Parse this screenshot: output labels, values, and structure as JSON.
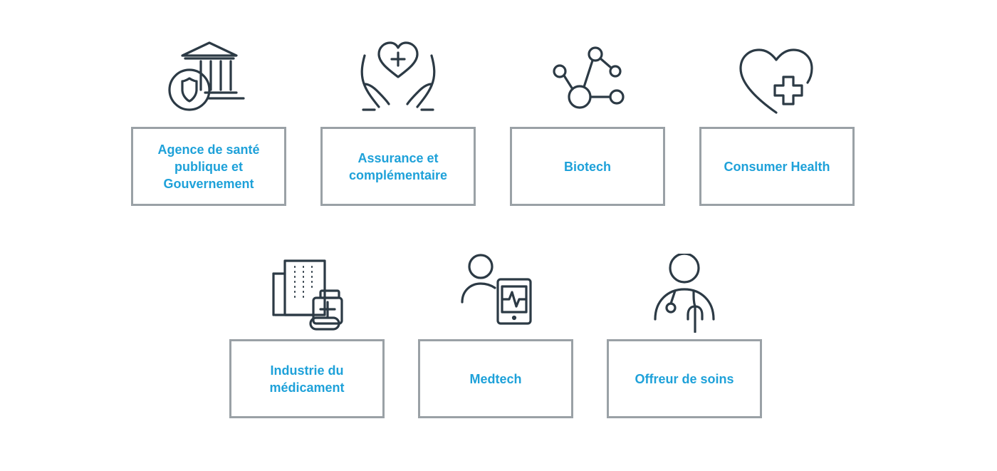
{
  "colors": {
    "label": "#1ea1d9",
    "border": "#9aa1a6",
    "icon": "#2c3a45",
    "background": "#ffffff"
  },
  "cards": [
    {
      "label": "Agence de santé publique et Gouvernement",
      "icon": "government-building-badge-icon"
    },
    {
      "label": "Assurance et complémentaire",
      "icon": "hands-heart-icon"
    },
    {
      "label": "Biotech",
      "icon": "molecule-icon"
    },
    {
      "label": "Consumer Health",
      "icon": "heart-plus-icon"
    },
    {
      "label": "Industrie du médicament",
      "icon": "pharma-factory-icon"
    },
    {
      "label": "Medtech",
      "icon": "person-tablet-monitor-icon"
    },
    {
      "label": "Offreur de soins",
      "icon": "doctor-stethoscope-icon"
    }
  ]
}
